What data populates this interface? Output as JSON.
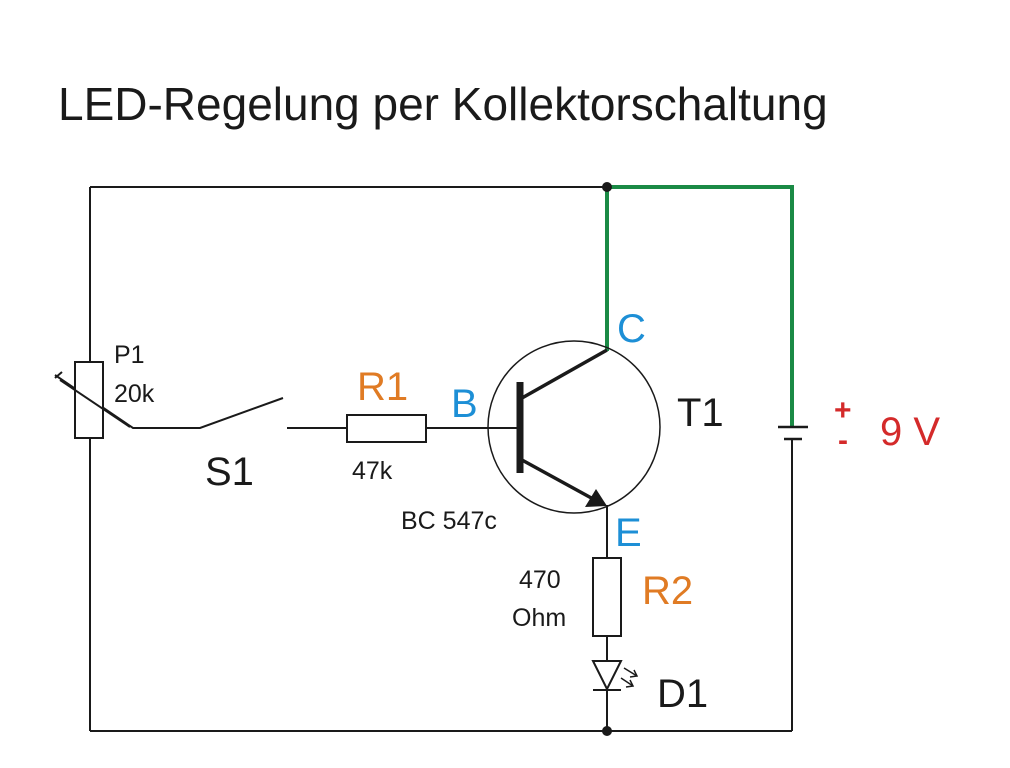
{
  "title": "LED-Regelung per Kollektorschaltung",
  "colors": {
    "wire": "#1a1a1a",
    "supply_wire": "#1a8a45",
    "component_name": "#e07b24",
    "terminal_label": "#1d8fd6",
    "voltage_label": "#d42a2a"
  },
  "components": {
    "potentiometer": {
      "name": "P1",
      "value": "20k"
    },
    "switch": {
      "name": "S1"
    },
    "resistor1": {
      "name": "R1",
      "value": "47k"
    },
    "transistor": {
      "name": "T1",
      "type": "BC 547c",
      "terminals": {
        "base": "B",
        "collector": "C",
        "emitter": "E"
      }
    },
    "resistor2": {
      "name": "R2",
      "value_line1": "470",
      "value_line2": "Ohm"
    },
    "led": {
      "name": "D1"
    },
    "battery": {
      "plus": "+",
      "minus": "-",
      "voltage": "9 V"
    }
  }
}
